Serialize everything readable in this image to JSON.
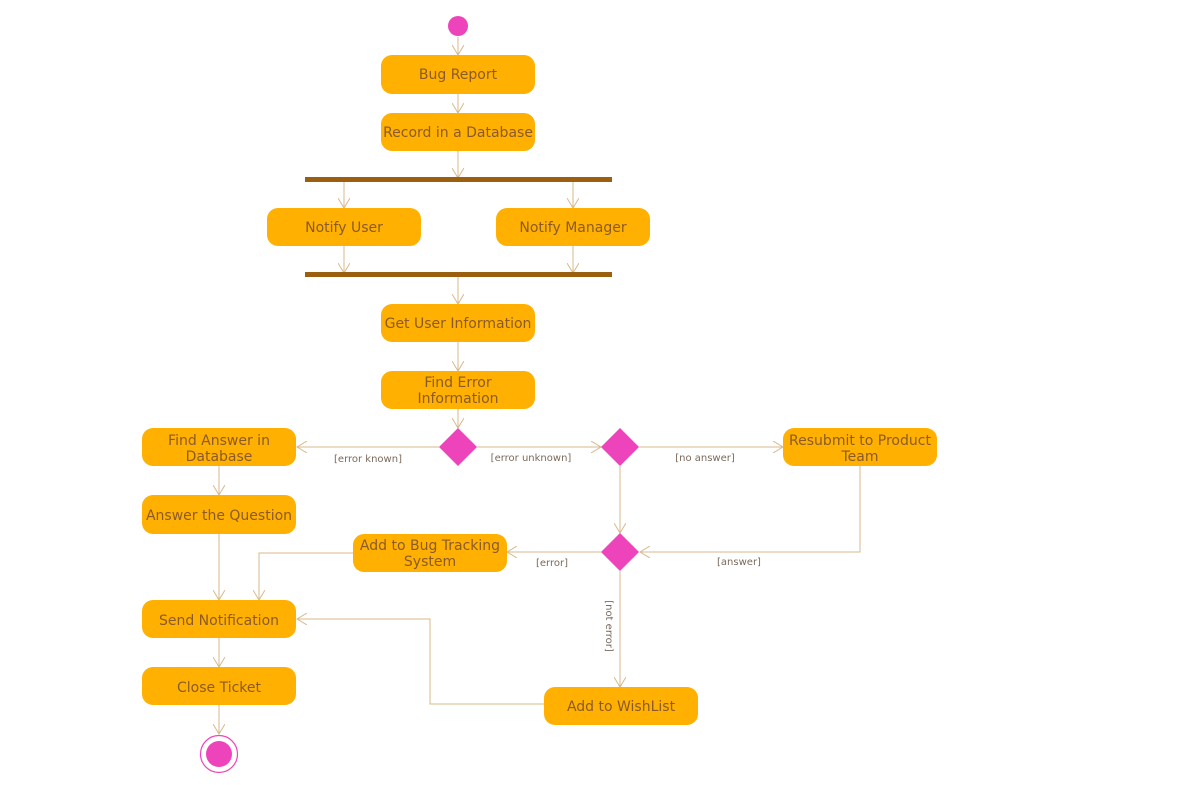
{
  "colors": {
    "action_fill": "#ffb000",
    "action_text": "#8a5a2b",
    "node_accent": "#ee44bb",
    "sync_bar": "#9a6010",
    "edge": "#d8b98c",
    "guard_text": "#7a6a5a"
  },
  "actions": {
    "bug_report": "Bug Report",
    "record_db": [
      "Record in a Database"
    ],
    "notify_user": "Notify User",
    "notify_manager": "Notify Manager",
    "get_user_info": "Get User Information",
    "find_error_info": [
      "Find Error",
      "Information"
    ],
    "find_answer": [
      "Find Answer in",
      "Database"
    ],
    "resubmit": [
      "Resubmit to Product",
      "Team"
    ],
    "answer_question": "Answer the Question",
    "add_bug_tracking": [
      "Add to Bug Tracking",
      "System"
    ],
    "send_notification": "Send Notification",
    "close_ticket": "Close Ticket",
    "add_wishlist": "Add to WishList"
  },
  "guards": {
    "error_known": "[error known]",
    "error_unknown": "[error unknown]",
    "no_answer": "[no answer]",
    "error": "[error]",
    "answer": "[answer]",
    "not_error": "[not error]"
  }
}
